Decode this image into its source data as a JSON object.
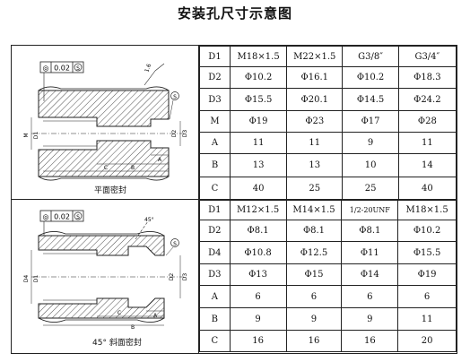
{
  "title": "安装孔尺寸示意图",
  "top": {
    "caption": "平面密封",
    "tolerance": {
      "symbol": "◎",
      "value": "0.02",
      "datum": "S"
    },
    "dims": {
      "d1": "D1",
      "d2": "D2",
      "d3": "D3",
      "m": "M",
      "a": "A",
      "b": "B",
      "c": "C",
      "angle": "1.6",
      "s": "S"
    },
    "rows": [
      {
        "label": "D1",
        "cells": [
          "M18×1.5",
          "M22×1.5",
          "G3/8″",
          "G3/4″"
        ]
      },
      {
        "label": "D2",
        "cells": [
          "Φ10.2",
          "Φ16.1",
          "Φ10.2",
          "Φ18.3"
        ]
      },
      {
        "label": "D3",
        "cells": [
          "Φ15.5",
          "Φ20.1",
          "Φ14.5",
          "Φ24.2"
        ]
      },
      {
        "label": "M",
        "cells": [
          "Φ19",
          "Φ23",
          "Φ17",
          "Φ28"
        ]
      },
      {
        "label": "A",
        "cells": [
          "11",
          "11",
          "9",
          "11"
        ]
      },
      {
        "label": "B",
        "cells": [
          "13",
          "13",
          "10",
          "14"
        ]
      },
      {
        "label": "C",
        "cells": [
          "40",
          "25",
          "25",
          "40"
        ]
      }
    ]
  },
  "bottom": {
    "caption": "45° 斜面密封",
    "tolerance": {
      "symbol": "◎",
      "value": "0.02",
      "datum": "S"
    },
    "dims": {
      "d1": "D1",
      "d2": "D2",
      "d3": "D3",
      "d4": "D4",
      "a": "A",
      "b": "B",
      "c": "C",
      "angle": "45°",
      "s": "S"
    },
    "rows": [
      {
        "label": "D1",
        "cells": [
          "M12×1.5",
          "M14×1.5",
          "1/2-20UNF",
          "M18×1.5"
        ]
      },
      {
        "label": "D2",
        "cells": [
          "Φ8.1",
          "Φ8.1",
          "Φ8.1",
          "Φ10.2"
        ]
      },
      {
        "label": "D4",
        "cells": [
          "Φ10.8",
          "Φ12.5",
          "Φ11",
          "Φ15.5"
        ]
      },
      {
        "label": "D3",
        "cells": [
          "Φ13",
          "Φ15",
          "Φ14",
          "Φ19"
        ]
      },
      {
        "label": "A",
        "cells": [
          "6",
          "6",
          "6",
          "6"
        ]
      },
      {
        "label": "B",
        "cells": [
          "9",
          "9",
          "9",
          "11"
        ]
      },
      {
        "label": "C",
        "cells": [
          "16",
          "16",
          "16",
          "20"
        ]
      }
    ]
  }
}
